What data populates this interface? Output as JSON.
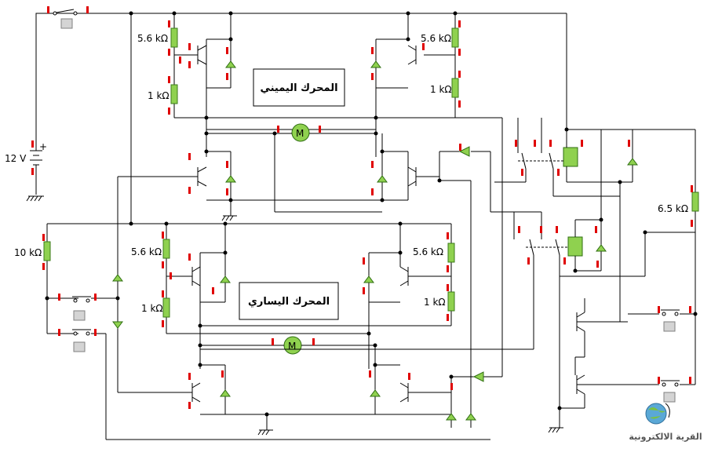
{
  "supply": {
    "label": "12 V"
  },
  "right_motor": {
    "title": "المحرك اليميني",
    "motor_symbol": "M",
    "r_top_left": "5.6 kΩ",
    "r_bottom_left": "1 kΩ",
    "r_top_right": "5.6 kΩ",
    "r_bottom_right": "1 kΩ"
  },
  "left_motor": {
    "title": "المحرك اليساري",
    "motor_symbol": "M",
    "r_top_left": "5.6 kΩ",
    "r_bottom_left": "1 kΩ",
    "r_top_right": "5.6 kΩ",
    "r_bottom_right": "1 kΩ"
  },
  "r_left": "10 kΩ",
  "r_right": "6.5 kΩ",
  "watermark": {
    "text": "القرية الالكترونية"
  },
  "colors": {
    "wire": "#000000",
    "resistor": "#8fd14f",
    "pin": "#e00000",
    "diode": "#8fd14f"
  }
}
